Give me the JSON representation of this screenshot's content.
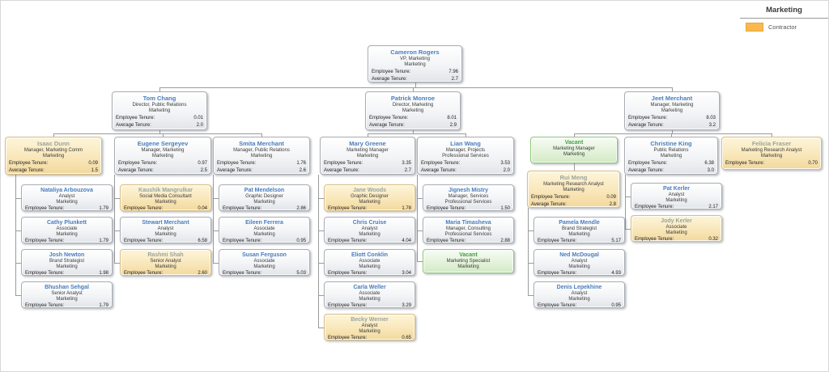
{
  "legend": {
    "title": "Marketing",
    "contractor_label": "Contractor",
    "contractor_color": "#FBB84C"
  },
  "labels": {
    "employee_tenure": "Employee Tenure:",
    "average_tenure": "Average Tenure:"
  },
  "nodes": [
    {
      "id": "cameron",
      "parent": null,
      "status": "normal",
      "name": "Cameron Rogers",
      "title": "VP, Marketing",
      "dept": "Marketing",
      "employee_tenure": "7.96",
      "average_tenure": "2.7"
    },
    {
      "id": "tom",
      "parent": "cameron",
      "status": "normal",
      "name": "Tom Chang",
      "title": "Director, Public Relations",
      "dept": "Marketing",
      "employee_tenure": "0.01",
      "average_tenure": "2.0"
    },
    {
      "id": "patrick",
      "parent": "cameron",
      "status": "normal",
      "name": "Patrick Monroe",
      "title": "Director, Marketing",
      "dept": "Marketing",
      "employee_tenure": "8.01",
      "average_tenure": "2.9"
    },
    {
      "id": "jeet",
      "parent": "cameron",
      "status": "normal",
      "name": "Jeet Merchant",
      "title": "Manager, Marketing",
      "dept": "Marketing",
      "employee_tenure": "8.03",
      "average_tenure": "3.2"
    },
    {
      "id": "isaac",
      "parent": "tom",
      "status": "contractor",
      "name": "Isaac Dunn",
      "title": "Manager, Marketing Comm",
      "dept": "Marketing",
      "employee_tenure": "0.09",
      "average_tenure": "1.5"
    },
    {
      "id": "eugene",
      "parent": "tom",
      "status": "normal",
      "name": "Eugene Sergeyev",
      "title": "Manager, Marketing",
      "dept": "Marketing",
      "employee_tenure": "0.97",
      "average_tenure": "2.5"
    },
    {
      "id": "smita",
      "parent": "tom",
      "status": "normal",
      "name": "Smita Merchant",
      "title": "Manager, Public Relations",
      "dept": "Marketing",
      "employee_tenure": "1.76",
      "average_tenure": "2.6"
    },
    {
      "id": "mary",
      "parent": "patrick",
      "status": "normal",
      "name": "Mary Greene",
      "title": "Marketing Manager",
      "dept": "Marketing",
      "employee_tenure": "3.35",
      "average_tenure": "2.7"
    },
    {
      "id": "lian",
      "parent": "patrick",
      "status": "normal",
      "name": "Lian Wang",
      "title": "Manager, Projects",
      "dept": "Professional Services",
      "employee_tenure": "3.53",
      "average_tenure": "2.0"
    },
    {
      "id": "vacant1",
      "parent": "jeet",
      "status": "vacant",
      "name": "Vacant",
      "title": "Marketing Manager",
      "dept": "Marketing"
    },
    {
      "id": "christine",
      "parent": "jeet",
      "status": "normal",
      "name": "Christine King",
      "title": "Public Relations",
      "dept": "Marketing",
      "employee_tenure": "6.38",
      "average_tenure": "3.0"
    },
    {
      "id": "felicia",
      "parent": "jeet",
      "status": "contractor",
      "name": "Felicia Fraser",
      "title": "Marketing Research Analyst",
      "dept": "Marketing",
      "employee_tenure": "0.70"
    },
    {
      "id": "nataliya",
      "parent": "isaac",
      "status": "normal",
      "name": "Nataliya Arbouzova",
      "title": "Analyst",
      "dept": "Marketing",
      "employee_tenure": "1.79"
    },
    {
      "id": "cathy",
      "parent": "isaac",
      "status": "normal",
      "name": "Cathy Plunkett",
      "title": "Associate",
      "dept": "Marketing",
      "employee_tenure": "1.79"
    },
    {
      "id": "josh",
      "parent": "isaac",
      "status": "normal",
      "name": "Josh Newton",
      "title": "Brand Strategist",
      "dept": "Marketing",
      "employee_tenure": "1.98"
    },
    {
      "id": "bhushan",
      "parent": "isaac",
      "status": "normal",
      "name": "Bhushan Sehgal",
      "title": "Senior Analyst",
      "dept": "Marketing",
      "employee_tenure": "1.79"
    },
    {
      "id": "kaushik",
      "parent": "eugene",
      "status": "contractor",
      "name": "Kaushik Mangrulkar",
      "title": "Social Media Consultant",
      "dept": "Marketing",
      "employee_tenure": "0.04"
    },
    {
      "id": "stewart",
      "parent": "eugene",
      "status": "normal",
      "name": "Stewart Merchant",
      "title": "Analyst",
      "dept": "Marketing",
      "employee_tenure": "6.58"
    },
    {
      "id": "rashmi",
      "parent": "eugene",
      "status": "contractor",
      "name": "Rashmi Shah",
      "title": "Senior Analyst",
      "dept": "Marketing",
      "employee_tenure": "2.60"
    },
    {
      "id": "patm",
      "parent": "smita",
      "status": "normal",
      "name": "Pat Mendelson",
      "title": "Graphic Designer",
      "dept": "Marketing",
      "employee_tenure": "2.86"
    },
    {
      "id": "eileen",
      "parent": "smita",
      "status": "normal",
      "name": "Eileen Ferrera",
      "title": "Associate",
      "dept": "Marketing",
      "employee_tenure": "0.95"
    },
    {
      "id": "susan",
      "parent": "smita",
      "status": "normal",
      "name": "Susan Ferguson",
      "title": "Associate",
      "dept": "Marketing",
      "employee_tenure": "5.03"
    },
    {
      "id": "jane",
      "parent": "mary",
      "status": "contractor",
      "name": "Jane Woods",
      "title": "Graphic Designer",
      "dept": "Marketing",
      "employee_tenure": "1.78"
    },
    {
      "id": "chris",
      "parent": "mary",
      "status": "normal",
      "name": "Chris Cruise",
      "title": "Analyst",
      "dept": "Marketing",
      "employee_tenure": "4.04"
    },
    {
      "id": "eliott",
      "parent": "mary",
      "status": "normal",
      "name": "Eliott Conklin",
      "title": "Associate",
      "dept": "Marketing",
      "employee_tenure": "3.04"
    },
    {
      "id": "carla",
      "parent": "mary",
      "status": "normal",
      "name": "Carla Weller",
      "title": "Associate",
      "dept": "Marketing",
      "employee_tenure": "3.29"
    },
    {
      "id": "becky",
      "parent": "mary",
      "status": "contractor",
      "name": "Becky Werner",
      "title": "Analyst",
      "dept": "Marketing",
      "employee_tenure": "0.65"
    },
    {
      "id": "jignesh",
      "parent": "lian",
      "status": "normal",
      "name": "Jignesh Mistry",
      "title": "Manager, Services",
      "dept": "Professional Services",
      "employee_tenure": "1.50"
    },
    {
      "id": "maria",
      "parent": "lian",
      "status": "normal",
      "name": "Maria Timasheva",
      "title": "Manager, Consulting",
      "dept": "Professional Services",
      "employee_tenure": "2.88"
    },
    {
      "id": "vacant2",
      "parent": "lian",
      "status": "vacant",
      "name": "Vacant",
      "title": "Marketing Specialist",
      "dept": "Marketing"
    },
    {
      "id": "rui",
      "parent": "vacant1",
      "status": "contractor",
      "name": "Rui Meng",
      "title": "Marketing Research Analyst",
      "dept": "Marketing",
      "employee_tenure": "0.09",
      "average_tenure": "2.8"
    },
    {
      "id": "pamela",
      "parent": "rui",
      "status": "normal",
      "name": "Pamela Mendle",
      "title": "Brand Strategist",
      "dept": "Marketing",
      "employee_tenure": "5.17"
    },
    {
      "id": "ned",
      "parent": "rui",
      "status": "normal",
      "name": "Ned McDougal",
      "title": "Analyst",
      "dept": "Marketing",
      "employee_tenure": "4.93"
    },
    {
      "id": "denis",
      "parent": "rui",
      "status": "normal",
      "name": "Denis Lepekhine",
      "title": "Analyst",
      "dept": "Marketing",
      "employee_tenure": "0.95"
    },
    {
      "id": "patk",
      "parent": "christine",
      "status": "normal",
      "name": "Pat Kerler",
      "title": "Analyst",
      "dept": "Marketing",
      "employee_tenure": "2.17"
    },
    {
      "id": "jody",
      "parent": "christine",
      "status": "contractor",
      "name": "Jody Kerler",
      "title": "Associate",
      "dept": "Marketing",
      "employee_tenure": "0.32"
    }
  ]
}
